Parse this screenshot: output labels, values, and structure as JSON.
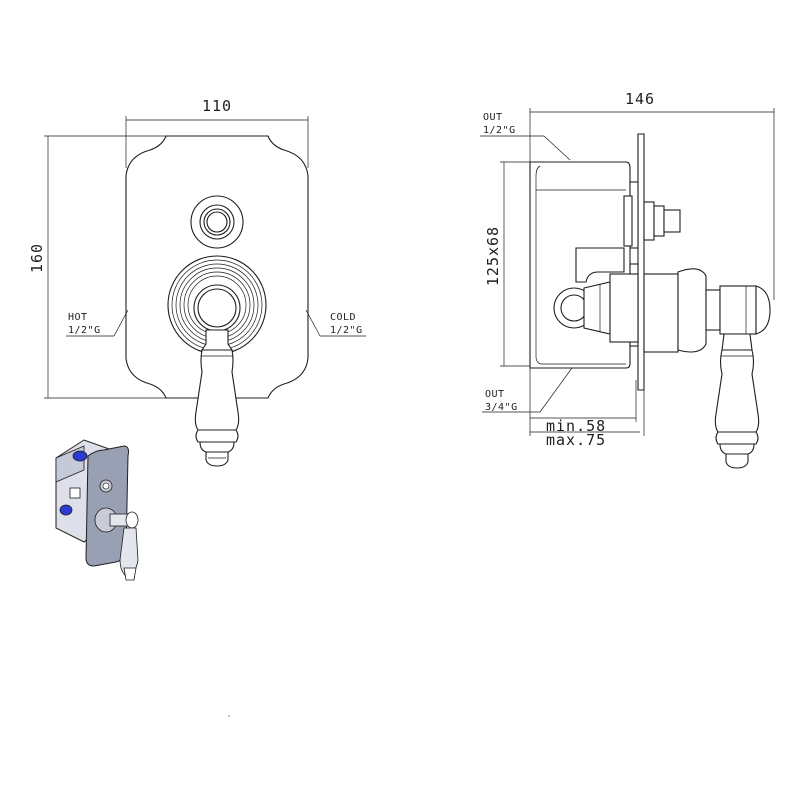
{
  "front_view": {
    "width_label": "110",
    "height_label": "160",
    "hot_label": "HOT",
    "hot_thread": "1/2\"G",
    "cold_label": "COLD",
    "cold_thread": "1/2\"G"
  },
  "side_view": {
    "depth_label": "146",
    "body_height_label": "125x68",
    "out_top_label": "OUT",
    "out_top_thread": "1/2\"G",
    "out_bottom_label": "OUT",
    "out_bottom_thread": "3/4\"G",
    "min_label": "min.58",
    "max_label": "max.75"
  },
  "colors": {
    "line": "#1e1e1e",
    "accent_blue": "#2a3bd6",
    "plate_grey": "#9aa0b4"
  }
}
